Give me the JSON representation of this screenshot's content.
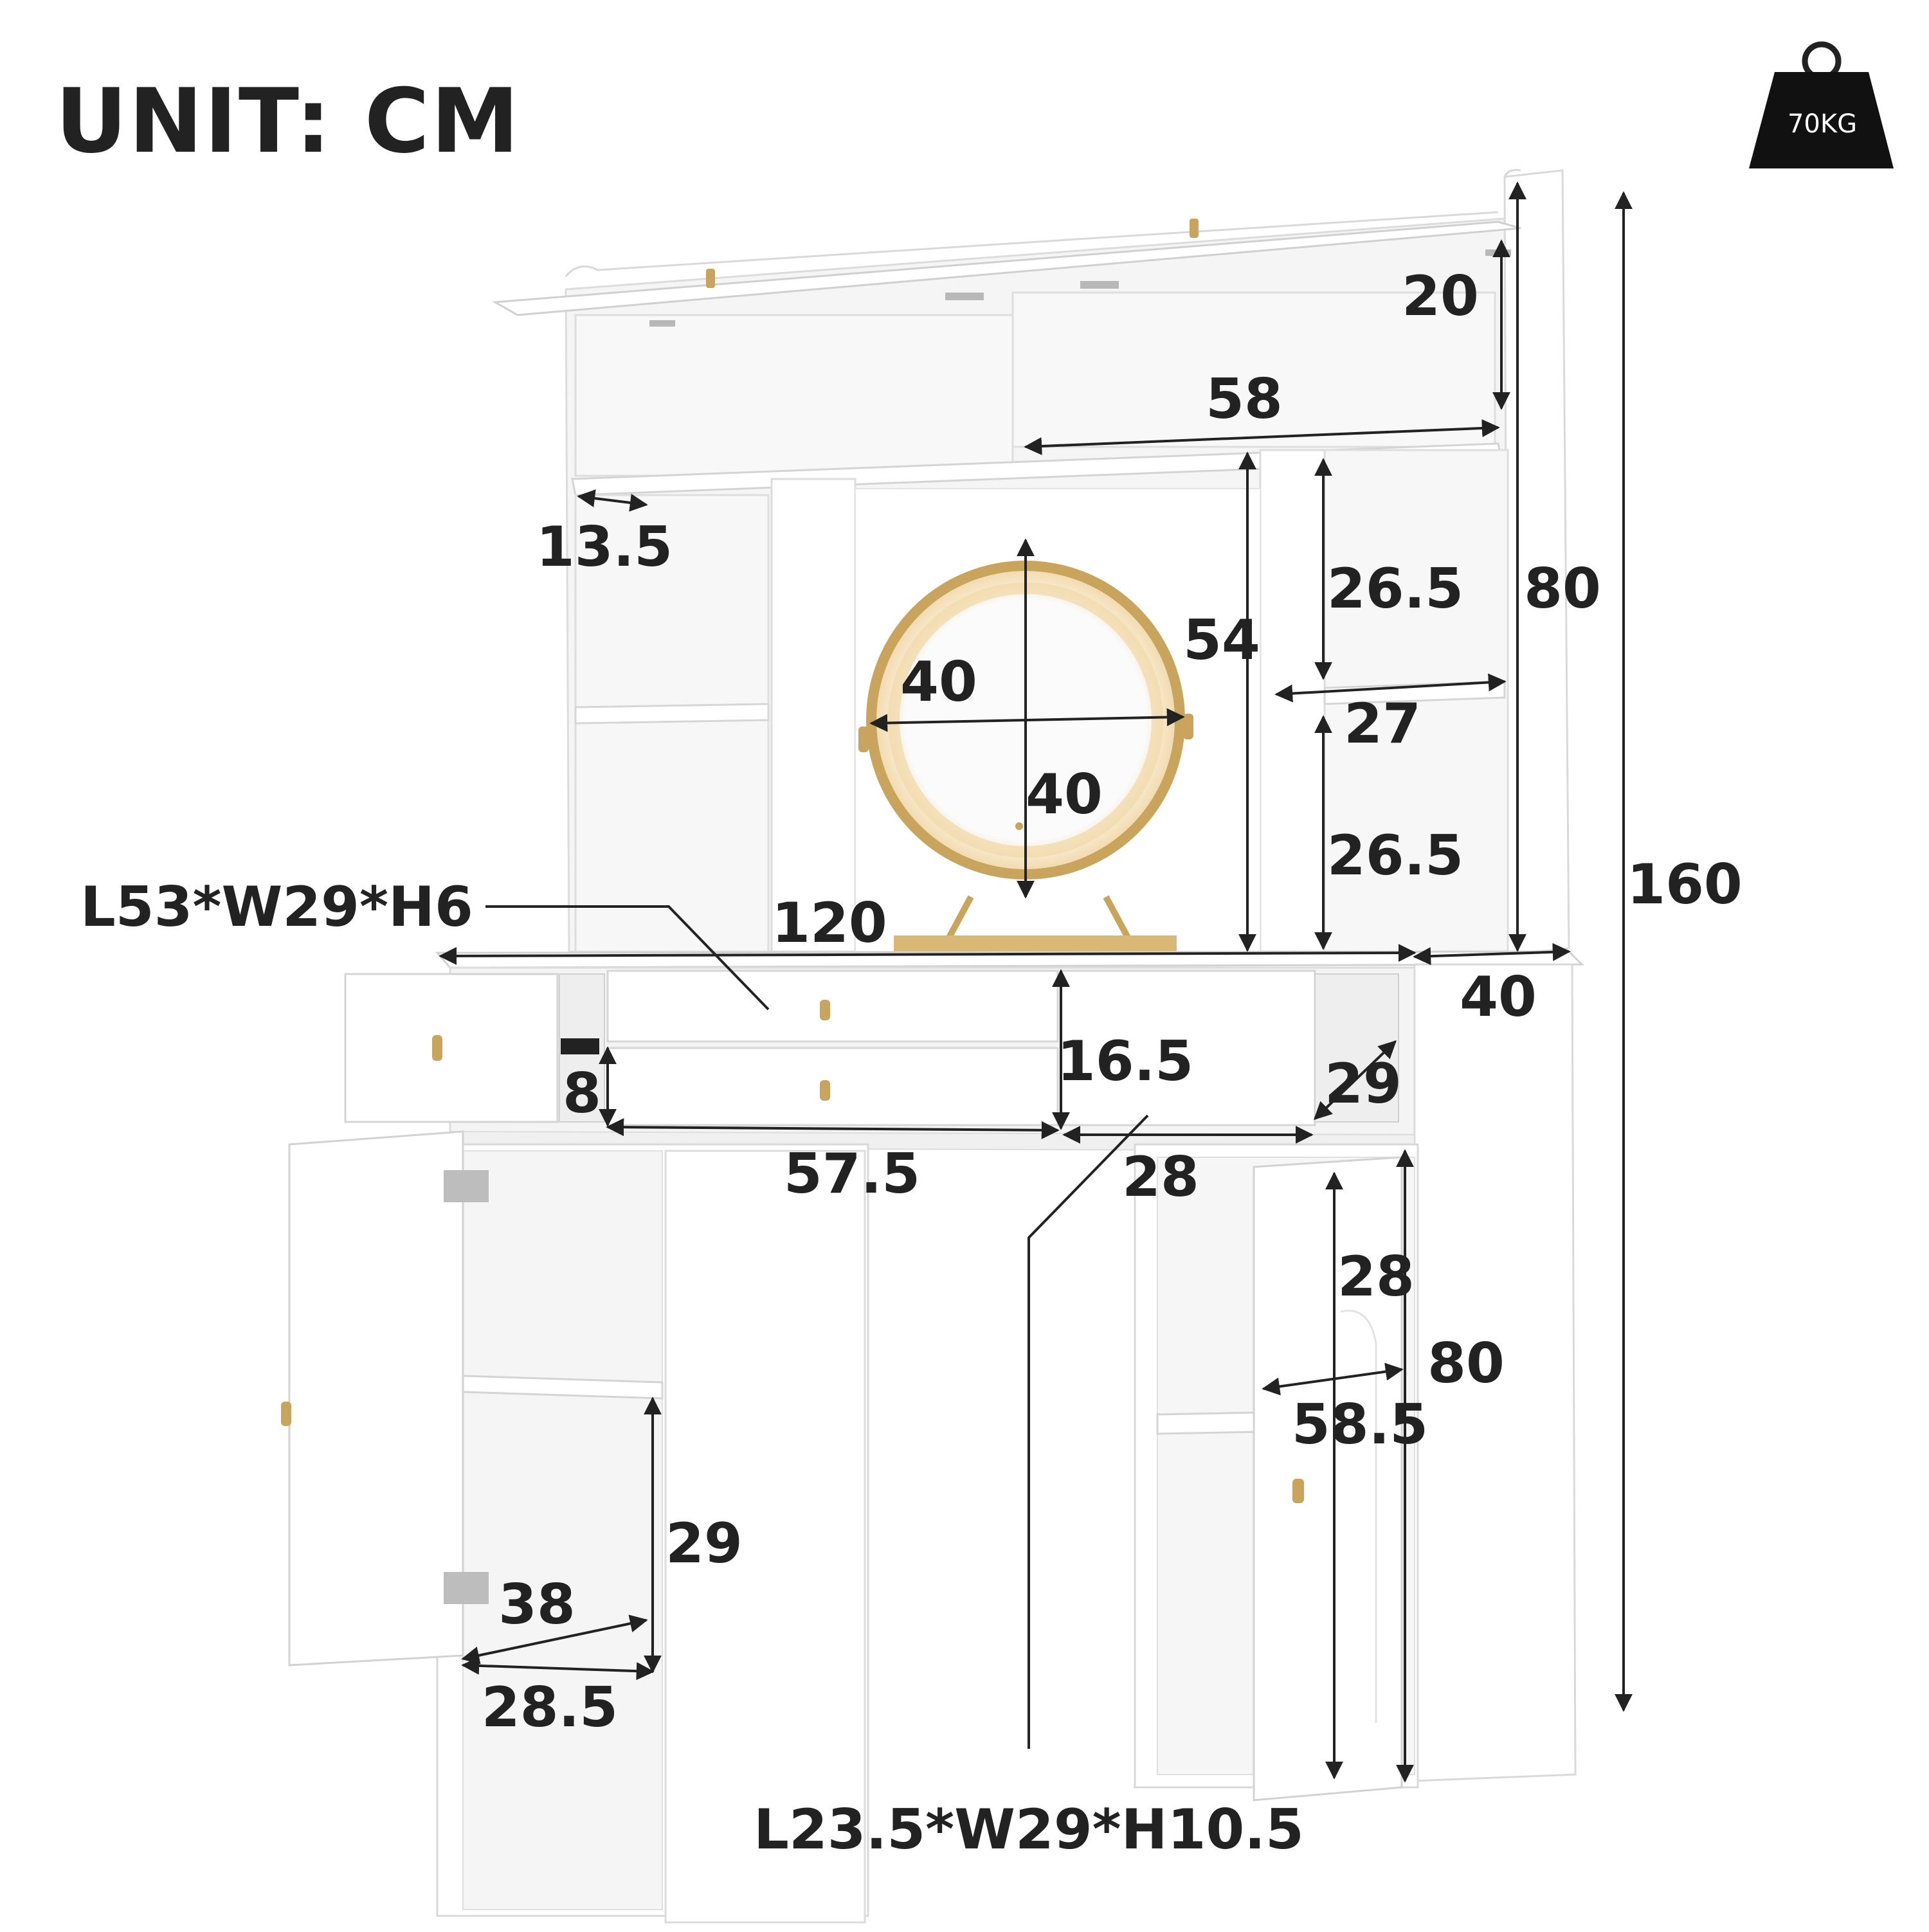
{
  "title": "UNIT: CM",
  "weight_badge": {
    "label": "70KG",
    "icon": "weight-icon"
  },
  "colors": {
    "panel": "#ffffff",
    "panel_edge": "#d9d9d9",
    "shadow": "#efefef",
    "interior": "#f4f4f4",
    "gold": "#c9a45c",
    "glow": "#f7ead3",
    "dimension_line": "#222222"
  },
  "dimensions": {
    "top_shelf_height": "20",
    "top_shelf_width": "58",
    "side_shelf_depth": "13.5",
    "mirror_height": "54",
    "mirror_width": "40",
    "mirror_height_inner": "40",
    "right_upper_shelf_height": "26.5",
    "right_shelf_width": "27",
    "right_lower_shelf_height": "26.5",
    "hutch_height": "80",
    "total_height": "160",
    "desk_width": "120",
    "desk_depth": "40",
    "drawer_height": "16.5",
    "small_drawer_height": "8",
    "drawer_depth": "29",
    "center_drawer_width": "57.5",
    "right_drawer_width": "28",
    "right_cabinet_height": "28",
    "base_height": "80",
    "right_cabinet_width": "58.5",
    "left_cabinet_height": "29",
    "left_cabinet_width": "38",
    "left_cabinet_depth": "28.5"
  },
  "drawer_labels": {
    "top_drawer": "L53*W29*H6",
    "bottom_drawer": "L23.5*W29*H10.5"
  }
}
